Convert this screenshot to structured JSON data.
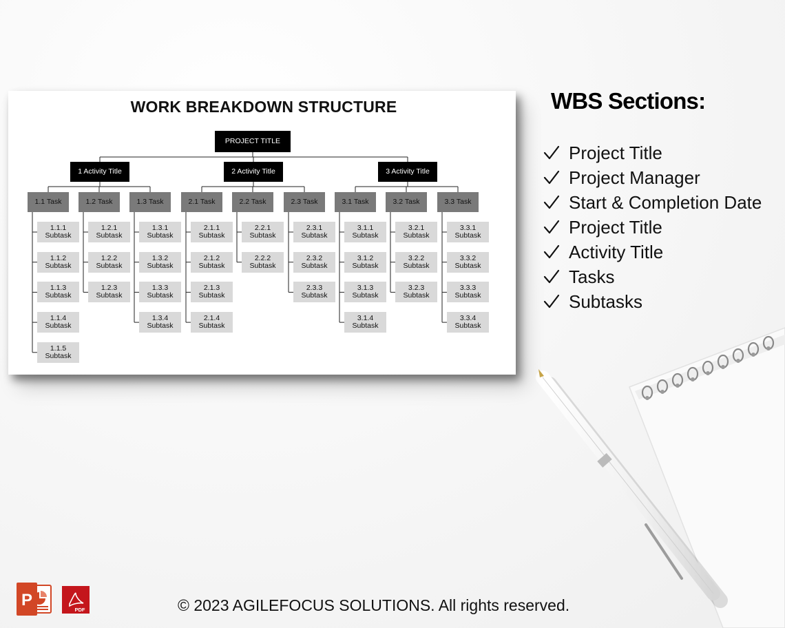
{
  "slide": {
    "title": "WORK BREAKDOWN STRUCTURE",
    "root": "PROJECT TITLE",
    "activities": [
      {
        "title": "1 Activity Title",
        "tasks": [
          {
            "title": "1.1 Task",
            "subtasks": [
              "1.1.1",
              "1.1.2",
              "1.1.3",
              "1.1.4",
              "1.1.5"
            ]
          },
          {
            "title": "1.2 Task",
            "subtasks": [
              "1.2.1",
              "1.2.2",
              "1.2.3"
            ]
          },
          {
            "title": "1.3 Task",
            "subtasks": [
              "1.3.1",
              "1.3.2",
              "1.3.3",
              "1.3.4"
            ]
          }
        ]
      },
      {
        "title": "2 Activity Title",
        "tasks": [
          {
            "title": "2.1 Task",
            "subtasks": [
              "2.1.1",
              "2.1.2",
              "2.1.3",
              "2.1.4"
            ]
          },
          {
            "title": "2.2 Task",
            "subtasks": [
              "2.2.1",
              "2.2.2"
            ]
          },
          {
            "title": "2.3 Task",
            "subtasks": [
              "2.3.1",
              "2.3.2",
              "2.3.3"
            ]
          }
        ]
      },
      {
        "title": "3 Activity Title",
        "tasks": [
          {
            "title": "3.1 Task",
            "subtasks": [
              "3.1.1",
              "3.1.2",
              "3.1.3",
              "3.1.4"
            ]
          },
          {
            "title": "3.2 Task",
            "subtasks": [
              "3.2.1",
              "3.2.2",
              "3.2.3"
            ]
          },
          {
            "title": "3.3 Task",
            "subtasks": [
              "3.3.1",
              "3.3.2",
              "3.3.3",
              "3.3.4"
            ]
          }
        ]
      }
    ],
    "subtask_label": "Subtask"
  },
  "sections": {
    "title": "WBS Sections:",
    "items": [
      "Project Title",
      "Project Manager",
      "Start & Completion Date",
      "Project Title",
      "Activity Title",
      "Tasks",
      "Subtasks"
    ],
    "icon": "check-icon"
  },
  "footer": {
    "copyright": "© 2023 AGILEFOCUS SOLUTIONS. All rights reserved.",
    "icons": [
      "powerpoint-icon",
      "pdf-icon"
    ],
    "powerpoint_color": "#d24726",
    "pdf_color": "#c4161c"
  },
  "decor": [
    "notebook",
    "pen"
  ]
}
